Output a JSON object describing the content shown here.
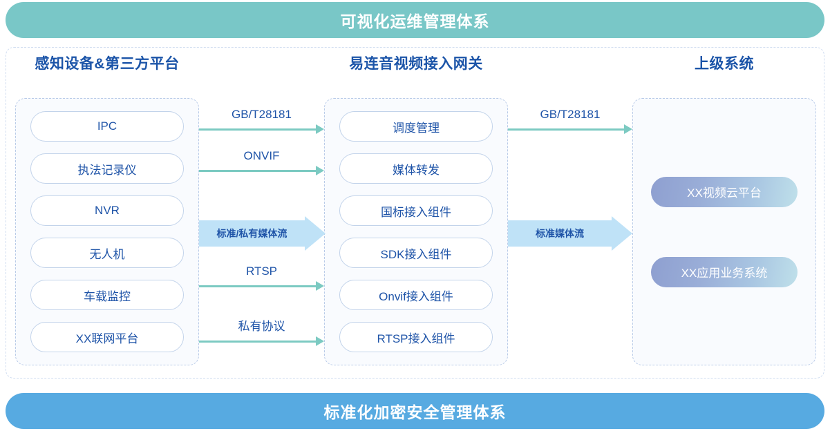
{
  "banners": {
    "top": "可视化运维管理体系",
    "bottom": "标准化加密安全管理体系",
    "top_color": "#79c7c7",
    "bottom_color": "#57aae1"
  },
  "columns": {
    "left": {
      "title": "感知设备&第三方平台",
      "items": [
        "IPC",
        "执法记录仪",
        "NVR",
        "无人机",
        "车载监控",
        "XX联网平台"
      ]
    },
    "middle": {
      "title": "易连音视频接入网关",
      "items": [
        "调度管理",
        "媒体转发",
        "国标接入组件",
        "SDK接入组件",
        "Onvif接入组件",
        "RTSP接入组件"
      ]
    },
    "right": {
      "title": "上级系统",
      "items": [
        "XX视频云平台",
        "XX应用业务系统"
      ]
    }
  },
  "flows": {
    "left_to_mid": [
      {
        "label": "GB/T28181"
      },
      {
        "label": "ONVIF"
      },
      {
        "label": "RTSP"
      },
      {
        "label": "私有协议"
      }
    ],
    "left_to_mid_block": {
      "label": "标准/私有媒体流"
    },
    "mid_to_right": [
      {
        "label": "GB/T28181"
      }
    ],
    "mid_to_right_block": {
      "label": "标准媒体流"
    }
  },
  "colors": {
    "accent_blue": "#1f54a8",
    "arrow_teal": "#7ccac2",
    "block_arrow_fill": "#bfe2f7",
    "panel_border": "#b9cbe8",
    "pill_border": "#c2d3ea"
  }
}
